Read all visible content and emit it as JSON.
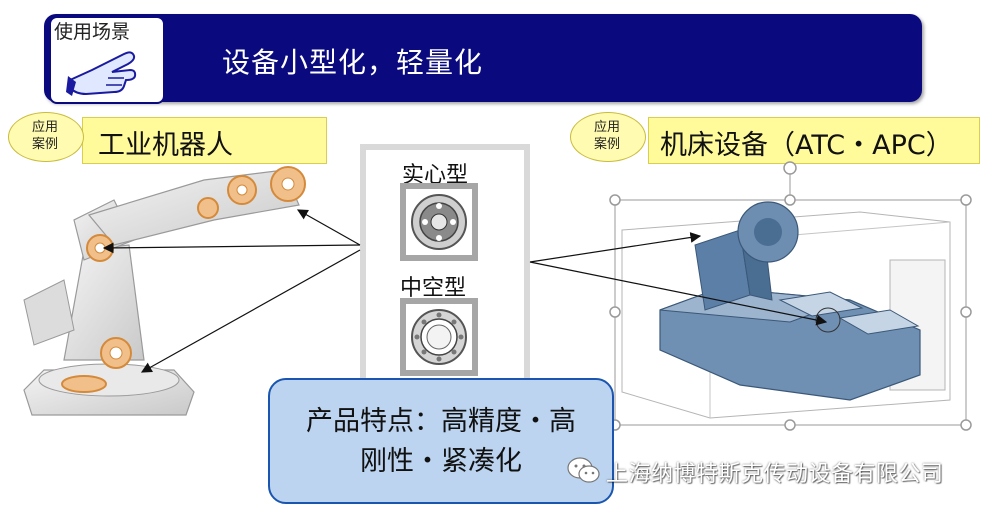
{
  "banner": {
    "icon_label": "使用场景",
    "title": "设备小型化，轻量化"
  },
  "left_case": {
    "badge": "应用\n案例",
    "title": "工业机器人"
  },
  "right_case": {
    "badge": "应用\n案例",
    "title": "机床设备（ATC・APC）"
  },
  "products": {
    "solid_label": "实心型",
    "hollow_label": "中空型"
  },
  "features": {
    "line1": "产品特点：高精度・高",
    "line2": "刚性・紧凑化"
  },
  "watermark": "上海纳博特斯克传动设备有限公司",
  "colors": {
    "banner": "#0a0a7e",
    "label_yellow": "#fffb9a",
    "features_fill": "#bcd4f0",
    "machine_blue": "#5b7fa6",
    "bearing_orange": "#e8a25a"
  }
}
